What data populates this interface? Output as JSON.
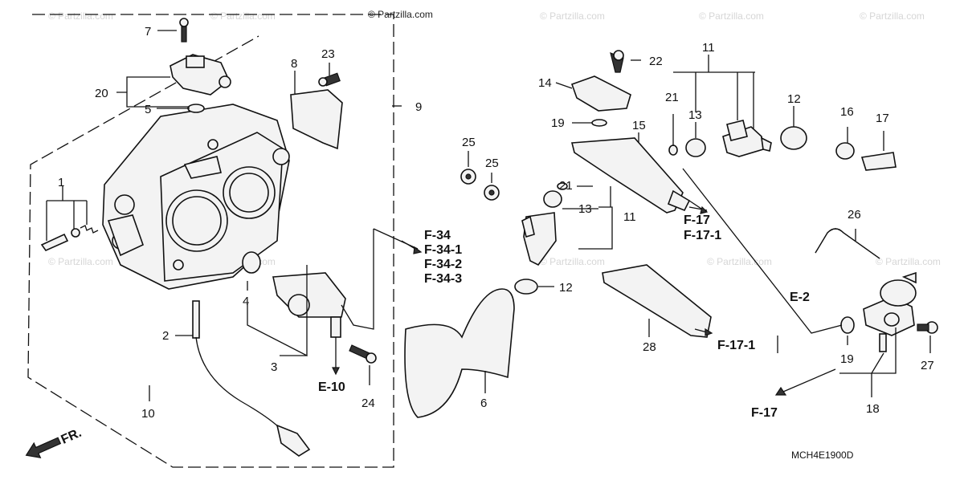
{
  "watermarks": [
    "© Partzilla.com",
    "© Partzilla.com",
    "© Partzilla.com",
    "© Partzilla.com",
    "© Partzilla.com",
    "© Partzilla.com",
    "© Partzilla.com",
    "© Partzilla.com",
    "© Partzilla.com",
    "© Partzilla.com"
  ],
  "copyright": "© Partzilla.com",
  "diagram_code": "MCH4E1900D",
  "direction_label": "FR.",
  "part_labels": {
    "p1": "1",
    "p2": "2",
    "p3": "3",
    "p4": "4",
    "p5": "5",
    "p6": "6",
    "p7": "7",
    "p8": "8",
    "p9": "9",
    "p10": "10",
    "p11a": "11",
    "p11b": "11",
    "p12a": "12",
    "p12b": "12",
    "p13a": "13",
    "p13b": "13",
    "p14": "14",
    "p15": "15",
    "p16": "16",
    "p17": "17",
    "p18": "18",
    "p19a": "19",
    "p19b": "19",
    "p20": "20",
    "p21a": "21",
    "p21b": "21",
    "p22": "22",
    "p23": "23",
    "p24": "24",
    "p25a": "25",
    "p25b": "25",
    "p26": "26",
    "p27": "27",
    "p28": "28"
  },
  "references": {
    "f34": "F-34",
    "f34_1": "F-34-1",
    "f34_2": "F-34-2",
    "f34_3": "F-34-3",
    "f17_a": "F-17",
    "f17_1_a": "F-17-1",
    "f17_1_b": "F-17-1",
    "f17_b": "F-17",
    "e2": "E-2",
    "e10": "E-10"
  }
}
